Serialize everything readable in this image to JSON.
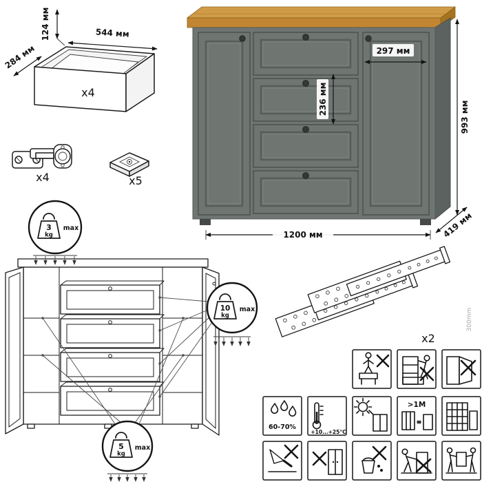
{
  "parts": {
    "drawer_box": {
      "count": "x4",
      "height": "124 мм",
      "width": "544 мм",
      "depth": "284 мм"
    },
    "hinge": {
      "count": "x4"
    },
    "leg": {
      "count": "x5"
    },
    "slides": {
      "count": "x2",
      "length": "300mm"
    }
  },
  "product": {
    "total_width": "1200 мм",
    "total_height": "993 мм",
    "total_depth": "419 мм",
    "door_width": "297 мм",
    "drawer_front_height": "236 мм",
    "colors": {
      "body": "#6f7672",
      "side": "#5c625f",
      "top_wood": "#d19c47",
      "top_edge": "#c28531",
      "knob": "#343937"
    }
  },
  "load_limits": {
    "top": {
      "value": "3",
      "unit": "kg",
      "label": "max"
    },
    "drawer": {
      "value": "10",
      "unit": "kg",
      "label": "max"
    },
    "shelf": {
      "value": "5",
      "unit": "kg",
      "label": "max"
    }
  },
  "care": {
    "humidity": "60-70%",
    "temperature": "+10...+25°C",
    "heat_distance": ">1M"
  }
}
